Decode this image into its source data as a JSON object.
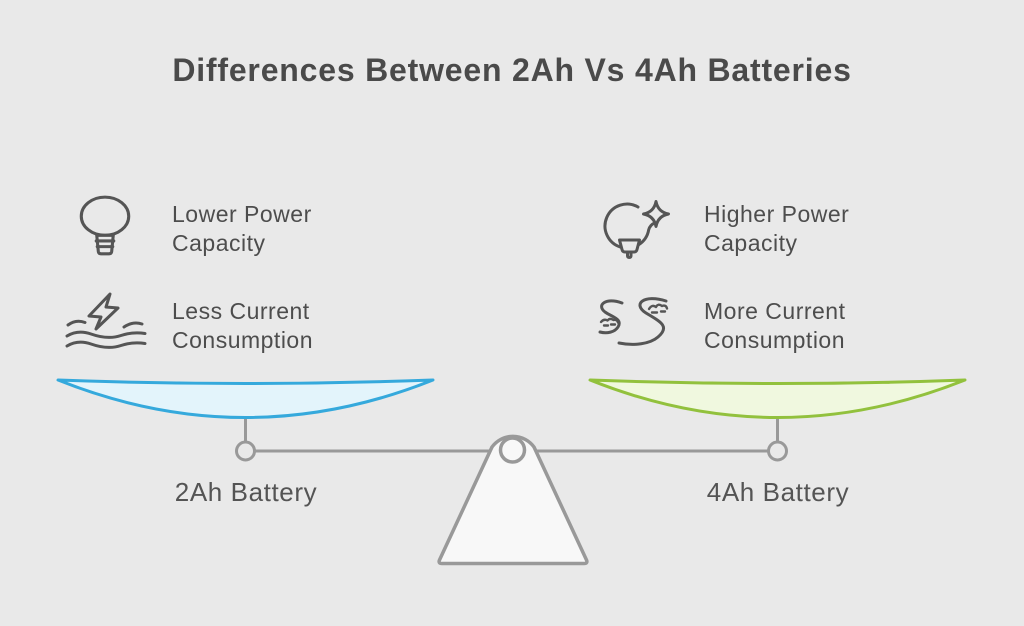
{
  "title": "Differences Between 2Ah Vs 4Ah Batteries",
  "features": {
    "left": [
      {
        "icon": "lightbulb-icon",
        "label": "Lower Power\nCapacity"
      },
      {
        "icon": "bolt-waves-icon",
        "label": "Less Current\nConsumption"
      }
    ],
    "right": [
      {
        "icon": "bulb-sparkle-icon",
        "label": "Higher Power\nCapacity"
      },
      {
        "icon": "river-icon",
        "label": "More Current\nConsumption"
      }
    ]
  },
  "scale": {
    "left_pan": {
      "label": "2Ah Battery",
      "stroke": "#35A9DC",
      "fill": "#E3F4FB"
    },
    "right_pan": {
      "label": "4Ah Battery",
      "stroke": "#92C13D",
      "fill": "#F0F8DF"
    },
    "frame_color": "#999999",
    "fulcrum_fill": "#F8F8F8"
  },
  "colors": {
    "background": "#E9E9E9",
    "title_text": "#4A4A4A",
    "body_text": "#4D4D4D",
    "icon_stroke": "#555555"
  }
}
